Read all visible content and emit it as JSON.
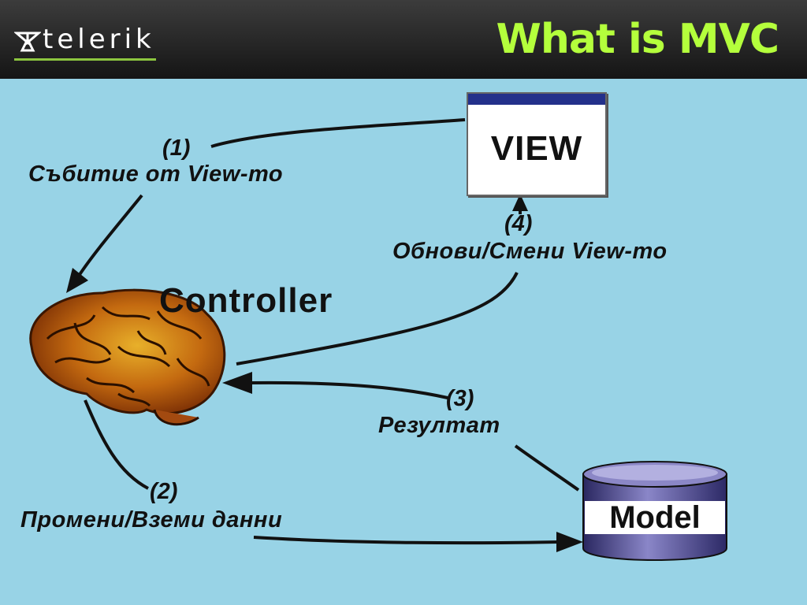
{
  "header": {
    "logo_text": "telerik",
    "title": "What is MVC"
  },
  "diagram": {
    "view_label": "VIEW",
    "controller_label": "Controller",
    "model_label": "Model",
    "edges": [
      {
        "number": "(1)",
        "label": "Събитие от View-то"
      },
      {
        "number": "(2)",
        "label": "Промени/Вземи данни"
      },
      {
        "number": "(3)",
        "label": "Резултат"
      },
      {
        "number": "(4)",
        "label": "Обнови/Смени View-то"
      }
    ]
  },
  "colors": {
    "background": "#98d3e6",
    "header": "#1e1e1e",
    "title": "#b4ff3c",
    "logo_accent": "#8cc63f",
    "view_titlebar": "#23308a",
    "model_cylinder": "#4e4a8c",
    "brain": "#b35a10"
  },
  "icons": [
    "telerik-logo-icon",
    "brain-icon",
    "database-cylinder-icon",
    "window-icon"
  ]
}
